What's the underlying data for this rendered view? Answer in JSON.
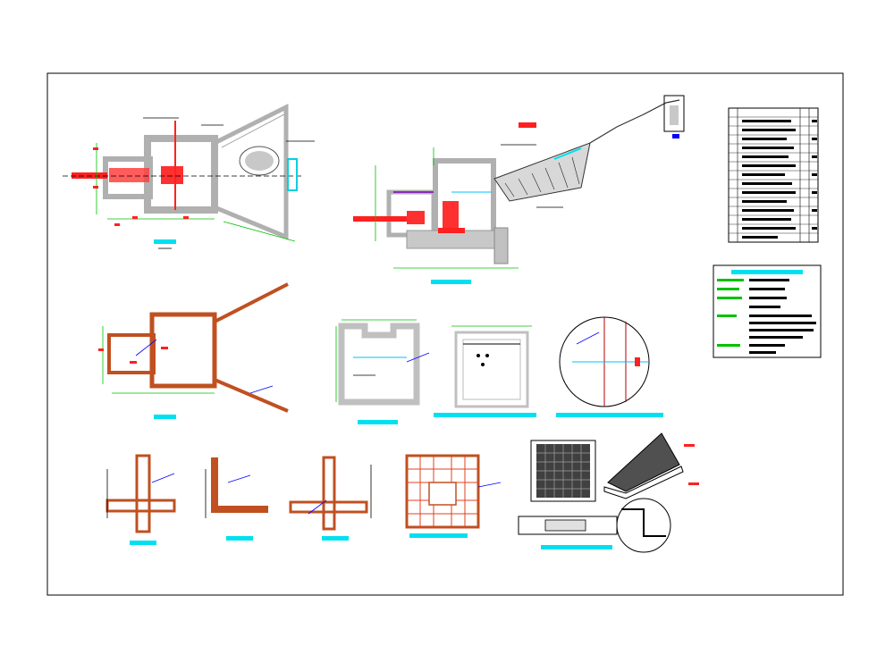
{
  "drawing": {
    "kind": "CAD construction drawing sheet",
    "colors": {
      "frame": "#000000",
      "concrete": "#b8b8b8",
      "rebar": "#ff2020",
      "dimension": "#00c000",
      "annotation": "#000000",
      "title_tag": "#00e0f0",
      "leader": "#0000ff",
      "hatch": "#606060",
      "purple": "#8000c0"
    },
    "views": [
      "plan-view-intake",
      "section-view-intake",
      "plan-view-reinforcement",
      "box-section",
      "box-elevation",
      "detail-circle",
      "wall-corner-detail-1",
      "wall-corner-detail-2",
      "wall-corner-detail-3",
      "slab-reinforcement-plan",
      "manhole-cover-detail",
      "bill-of-materials-table",
      "general-notes-block"
    ]
  }
}
